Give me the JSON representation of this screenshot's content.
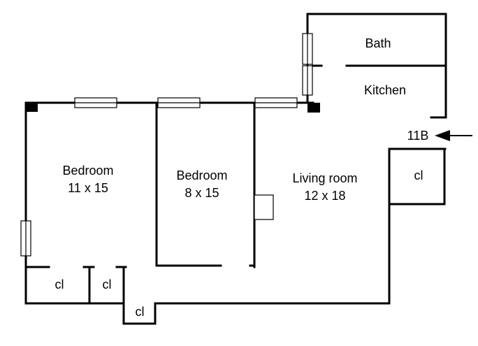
{
  "rooms": {
    "bath": {
      "name": "Bath"
    },
    "kitchen": {
      "name": "Kitchen"
    },
    "bedroom_1": {
      "name": "Bedroom",
      "size": "11 x 15"
    },
    "bedroom_2": {
      "name": "Bedroom",
      "size": "8 x 15"
    },
    "living_room": {
      "name": "Living room",
      "size": "12 x 18"
    }
  },
  "closets": {
    "entry": "cl",
    "bedroom_1_a": "cl",
    "bedroom_1_b": "cl",
    "hall": "cl"
  },
  "unit": {
    "label": "11B"
  },
  "icons": {
    "entrance": "arrow-left-icon"
  }
}
